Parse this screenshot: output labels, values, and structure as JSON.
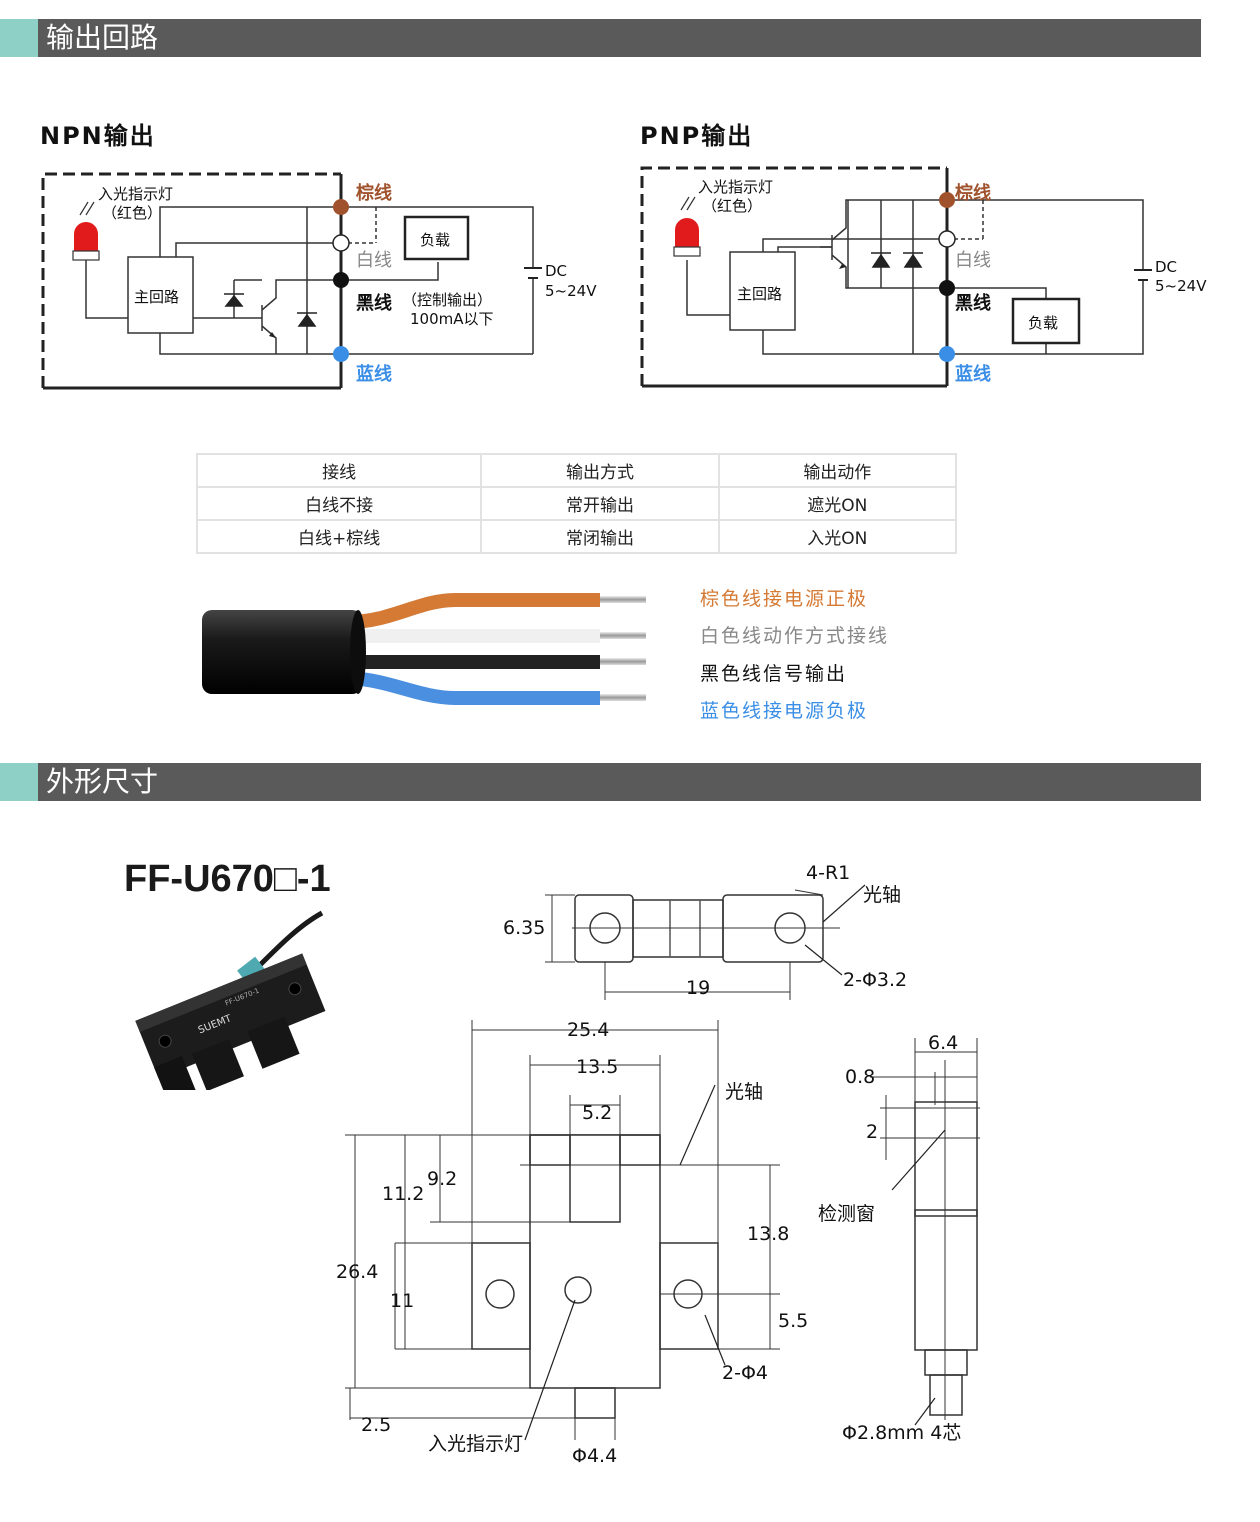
{
  "sections": {
    "output_circuit": "输出回路",
    "dimensions": "外形尺寸"
  },
  "npn": {
    "title": "NPN输出",
    "indicator": "入光指示灯",
    "indicator_color": "（红色）",
    "main_circuit": "主回路",
    "load": "负载",
    "brown": "棕线",
    "white": "白线",
    "black": "黑线",
    "blue": "蓝线",
    "control_output": "（控制输出）",
    "current": "100mA以下",
    "dc": "DC",
    "voltage": "5~24V"
  },
  "pnp": {
    "title": "PNP输出",
    "indicator": "入光指示灯",
    "indicator_color": "（红色）",
    "main_circuit": "主回路",
    "load": "负载",
    "brown": "棕线",
    "white": "白线",
    "black": "黑线",
    "blue": "蓝线",
    "dc": "DC",
    "voltage": "5~24V"
  },
  "table": {
    "headers": [
      "接线",
      "输出方式",
      "输出动作"
    ],
    "rows": [
      [
        "白线不接",
        "常开输出",
        "遮光ON"
      ],
      [
        "白线+棕线",
        "常闭输出",
        "入光ON"
      ]
    ]
  },
  "wires": {
    "brown": "棕色线接电源正极",
    "white": "白色线动作方式接线",
    "black": "黑色线信号输出",
    "blue": "蓝色线接电源负极"
  },
  "model": "FF-U670□-1",
  "product_print": {
    "brand": "SUEMT",
    "model": "FF-U670-1"
  },
  "dims": {
    "r": "4-R1",
    "axis_top": "光轴",
    "h_635": "6.35",
    "d_19": "19",
    "hole_32": "2-Φ3.2",
    "w_254": "25.4",
    "w_135": "13.5",
    "w_52": "5.2",
    "axis_front": "光轴",
    "h_92": "9.2",
    "h_112": "11.2",
    "h_264": "26.4",
    "h_11": "11",
    "h_138": "13.8",
    "h_55": "5.5",
    "hole_4": "2-Φ4",
    "h_25": "2.5",
    "indicator": "入光指示灯",
    "d_44": "Φ4.4",
    "w_64": "6.4",
    "w_08": "0.8",
    "h_2": "2",
    "window": "检测窗",
    "cable": "Φ2.8mm 4芯"
  },
  "colors": {
    "accent": "#8ed0c6",
    "bar": "#5a5a5a",
    "brown": "#a0522d",
    "white_label": "#888888",
    "blue": "#3a8ee6",
    "brown_wire": "#d57a34",
    "blue_wire": "#4a8fe0",
    "led": "#e11b1b"
  }
}
